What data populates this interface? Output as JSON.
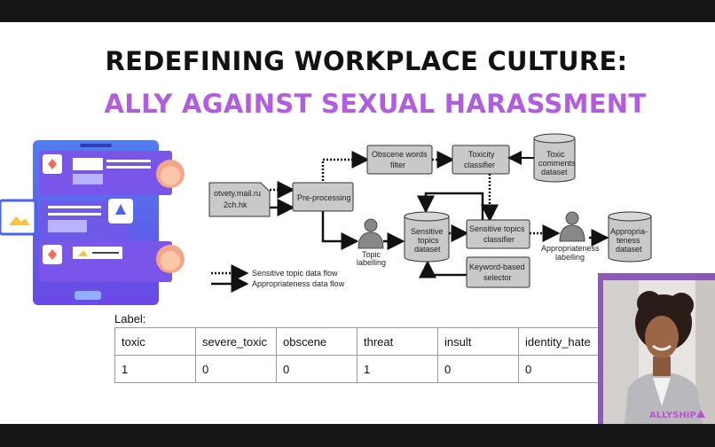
{
  "title": {
    "line1": "REDEFINING WORKPLACE CULTURE:",
    "line2": "ALLY AGAINST SEXUAL HARASSMENT"
  },
  "diagram": {
    "source_line1": "otvety.mail.ru",
    "source_line2": "2ch.hk",
    "preprocessing": "Pre-processing",
    "obscene_line1": "Obscene words",
    "obscene_line2": "filter",
    "toxicity_line1": "Toxicity",
    "toxicity_line2": "classifier",
    "toxic_ds_line1": "Toxic",
    "toxic_ds_line2": "comments",
    "toxic_ds_line3": "dataset",
    "topic_labelling_line1": "Topic",
    "topic_labelling_line2": "labelling",
    "sensitive_ds_line1": "Sensitive",
    "sensitive_ds_line2": "topics",
    "sensitive_ds_line3": "dataset",
    "sensitive_clf_line1": "Sensitive topics",
    "sensitive_clf_line2": "classifier",
    "keyword_line1": "Keyword-based",
    "keyword_line2": "selector",
    "approp_labelling_line1": "Appropriateness",
    "approp_labelling_line2": "labelling",
    "approp_ds_line1": "Appropria-",
    "approp_ds_line2": "teness",
    "approp_ds_line3": "dataset",
    "legend_dotted": "Sensitive topic data flow",
    "legend_solid": "Appropriateness data flow"
  },
  "label_table": {
    "caption": "Label:",
    "headers": [
      "toxic",
      "severe_toxic",
      "obscene",
      "threat",
      "insult",
      "identity_hate"
    ],
    "values": [
      "1",
      "0",
      "0",
      "1",
      "0",
      "0"
    ]
  },
  "brand": "ALLYSHIP",
  "colors": {
    "accent": "#b25ce0",
    "title": "#121212",
    "box_fill": "#c9c9c9",
    "illustration_blue": "#5a4fe0"
  }
}
